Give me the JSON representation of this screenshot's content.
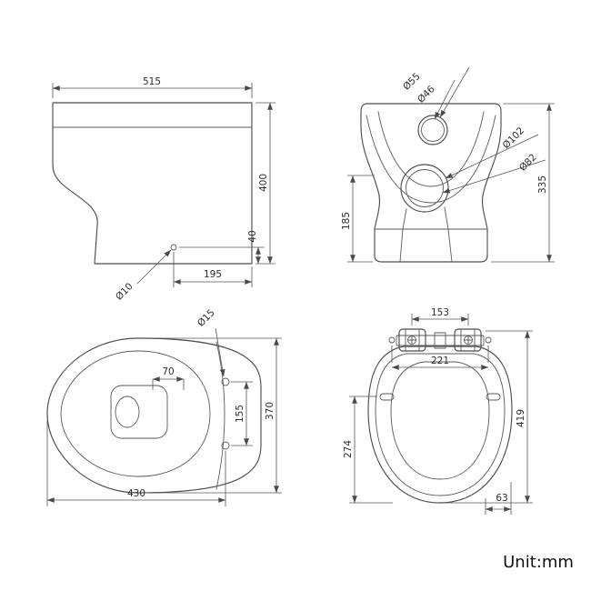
{
  "unit_label": "Unit:mm",
  "side_view": {
    "width": "515",
    "height": "400",
    "hole_height": "40",
    "hole_to_back": "195",
    "fixing_hole_dia": "Ø10"
  },
  "front_view": {
    "inlet_outer_dia": "Ø55",
    "inlet_inner_dia": "Ø46",
    "outlet_outer_dia": "Ø102",
    "outlet_inner_dia": "Ø82",
    "height": "335",
    "outlet_height": "185"
  },
  "pan_top_view": {
    "length": "430",
    "width": "370",
    "hole_spacing": "155",
    "hole_offset": "70",
    "seat_hole_dia": "Ø15"
  },
  "seat_view": {
    "hinge_hole_spacing": "153",
    "hinge_width": "221",
    "inner_depth": "274",
    "length": "419",
    "back_offset": "63"
  }
}
